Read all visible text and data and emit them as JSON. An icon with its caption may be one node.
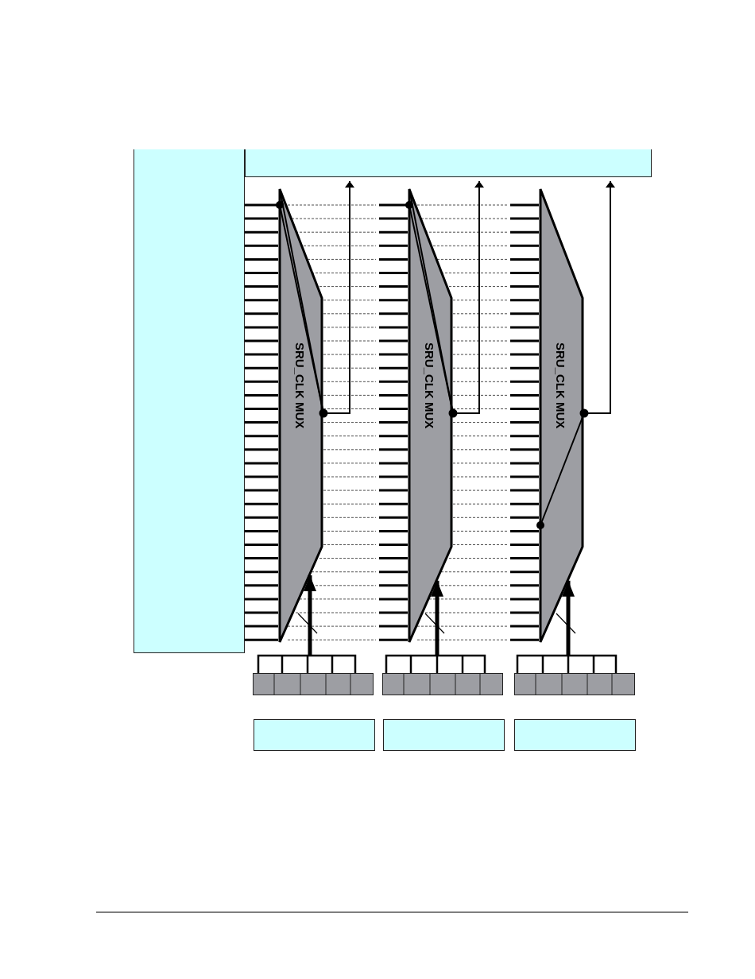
{
  "diagram": {
    "nodes": [
      {
        "text": [],
        "shape": "box"
      },
      {
        "text": [],
        "shape": "box"
      },
      {
        "text": [
          "SRU_CLK MUX"
        ]
      },
      {
        "text": [
          "SRU_CLK MUX"
        ]
      },
      {
        "text": [
          "SRU_CLK MUX"
        ]
      },
      {
        "text": [],
        "shape": "box"
      },
      {
        "text": [],
        "shape": "box"
      },
      {
        "text": [],
        "shape": "box"
      },
      {
        "text": [],
        "shape": "box"
      },
      {
        "text": [],
        "shape": "box"
      },
      {
        "text": [],
        "shape": "box"
      }
    ],
    "edges": [
      {
        "from": 2,
        "to": 1,
        "arrow": "to"
      },
      {
        "from": 3,
        "to": 1,
        "arrow": "to"
      },
      {
        "from": 4,
        "to": 1,
        "arrow": "to"
      },
      {
        "from": 5,
        "to": 2,
        "arrow": "to",
        "style": "thick"
      },
      {
        "from": 6,
        "to": 3,
        "arrow": "to",
        "style": "thick"
      },
      {
        "from": 7,
        "to": 4,
        "arrow": "to",
        "style": "thick"
      }
    ]
  }
}
